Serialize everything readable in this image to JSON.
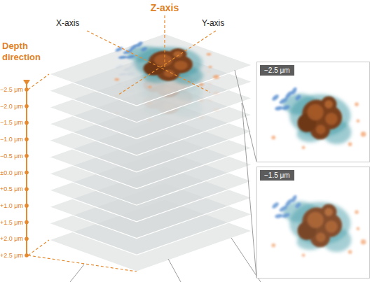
{
  "diagram": {
    "nodes": [
      {
        "text": [
          "−2.5 μm"
        ]
      },
      {
        "text": [
          "−1.5 μm"
        ]
      }
    ],
    "labels": [
      "Z-axis",
      "X-axis",
      "Y-axis",
      "Depth direction",
      "−2.5 μm",
      "−2.0 μm",
      "−1.5 μm",
      "−1.0 μm",
      "−0.5 μm",
      "±0.0 μm",
      "+0.5 μm",
      "+1.0 μm",
      "+1.5 μm",
      "+2.0 μm",
      "+2.5 μm"
    ]
  }
}
